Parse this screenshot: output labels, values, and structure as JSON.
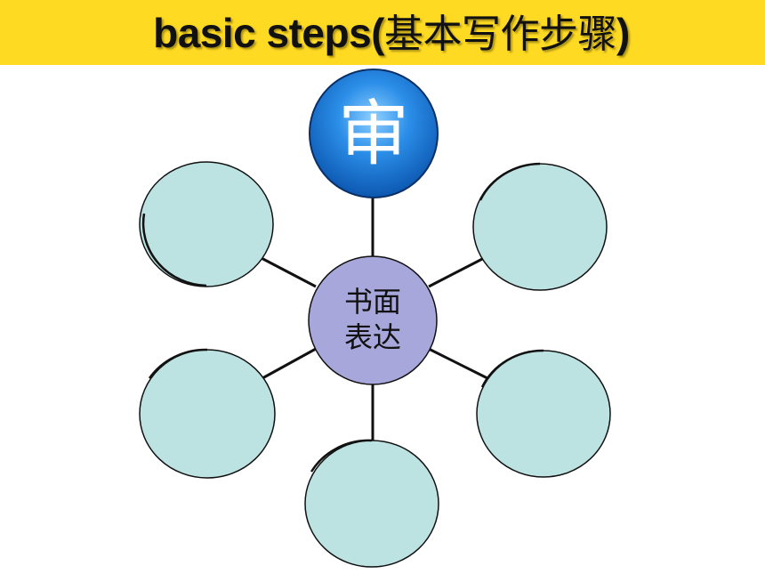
{
  "title": {
    "main": "basic steps(",
    "cjk": "基本写作步骤",
    "close": ")"
  },
  "diagram": {
    "top_node_label": "审",
    "center_node_line1": "书面",
    "center_node_line2": "表达",
    "satellite_count": 5,
    "colors": {
      "title_bar": "#ffda22",
      "top_node": "#1e7fd6",
      "center_node": "#a7a7dc",
      "satellite_node": "#bde2e2",
      "line": "#111111"
    }
  }
}
